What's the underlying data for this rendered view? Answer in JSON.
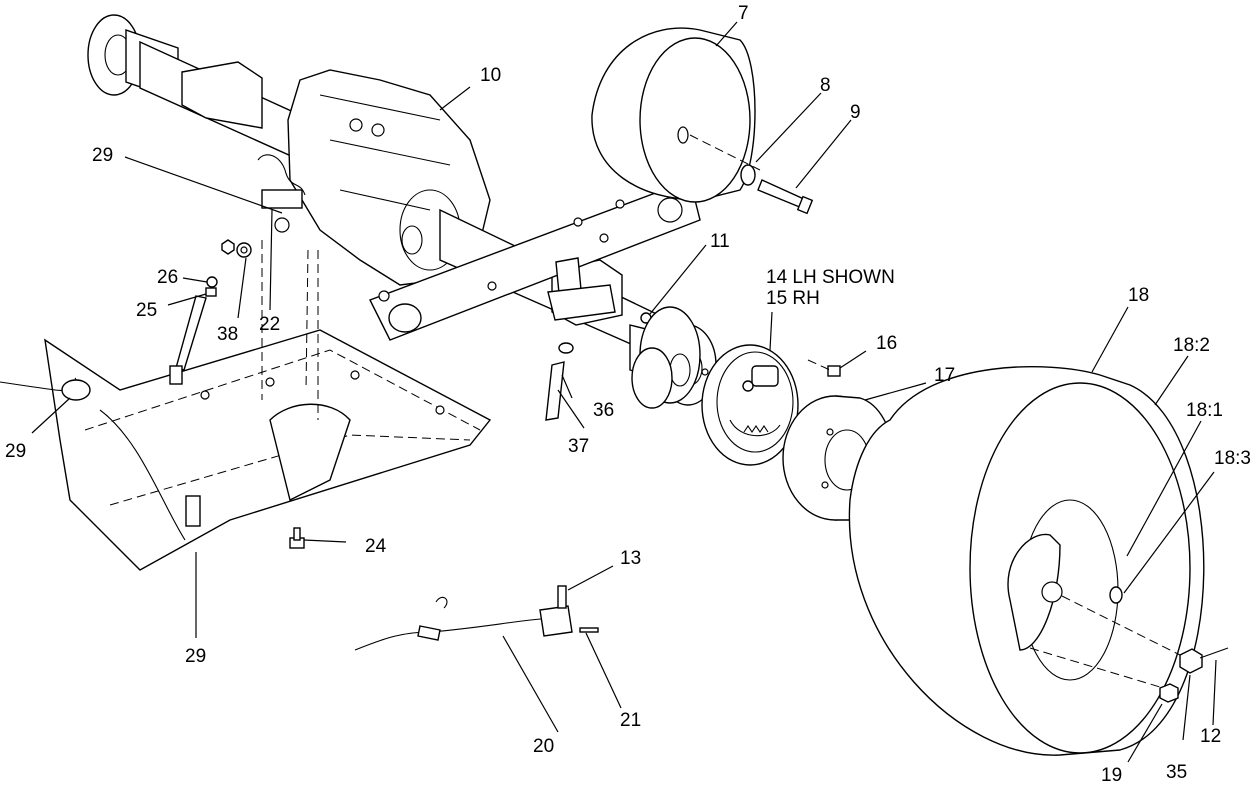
{
  "callouts": {
    "c7": "7",
    "c8": "8",
    "c9": "9",
    "c10": "10",
    "c11": "11",
    "c12": "12",
    "c13": "13",
    "c14": "14 LH SHOWN",
    "c15": "15 RH",
    "c16": "16",
    "c17": "17",
    "c18": "18",
    "c18_1": "18:1",
    "c18_2": "18:2",
    "c18_3": "18:3",
    "c19": "19",
    "c20": "20",
    "c21": "21",
    "c22": "22",
    "c24": "24",
    "c25": "25",
    "c26": "26",
    "c29a": "29",
    "c29b": "29",
    "c29c": "29",
    "c35": "35",
    "c36": "36",
    "c37": "37",
    "c38": "38"
  }
}
